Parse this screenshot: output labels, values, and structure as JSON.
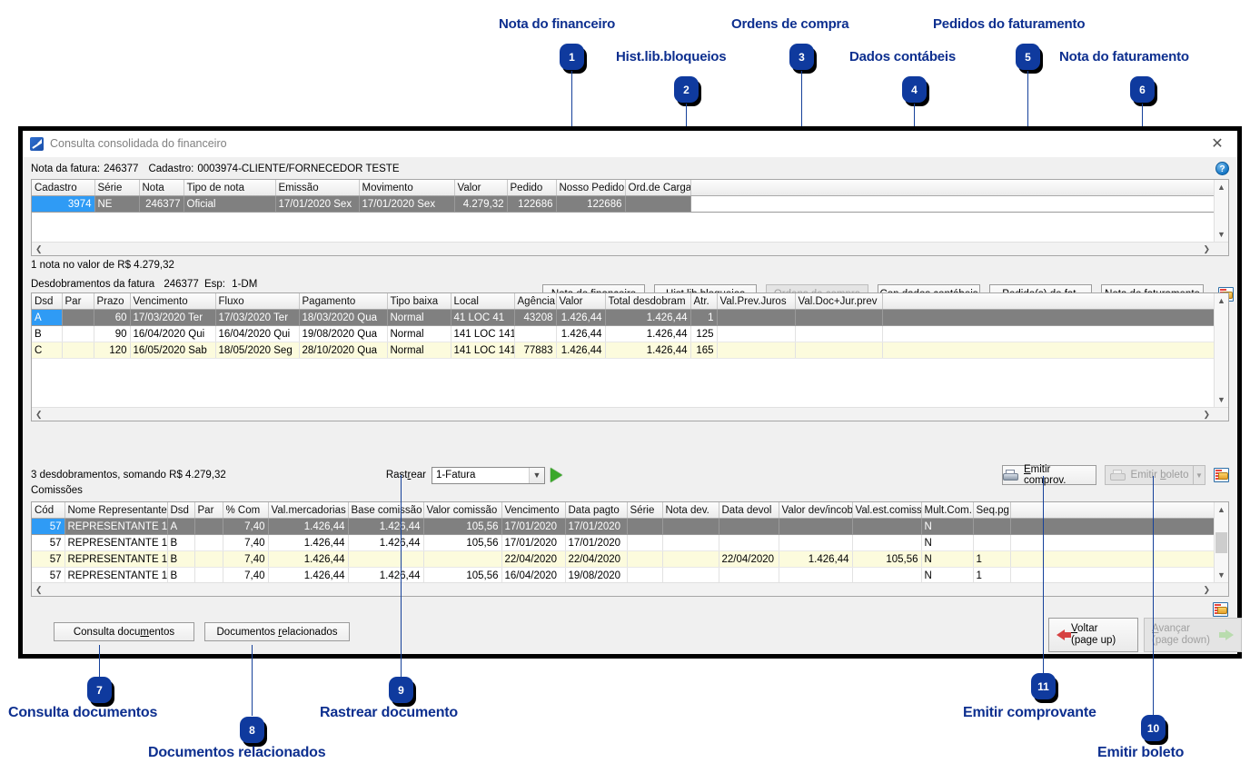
{
  "window": {
    "title": "Consulta consolidada do financeiro",
    "close_icon": "close-icon",
    "help_icon": "help-icon"
  },
  "header": {
    "nota_label": "Nota da fatura:",
    "nota_value": "246377",
    "cadastro_label": "Cadastro:",
    "cadastro_value": "0003974-CLIENTE/FORNECEDOR TESTE"
  },
  "nota_grid": {
    "columns": [
      "Cadastro",
      "Série",
      "Nota",
      "Tipo de nota",
      "Emissão",
      "Movimento",
      "Valor",
      "Pedido",
      "Nosso Pedido",
      "Ord.de Carga"
    ],
    "rows": [
      [
        "3974",
        "NE",
        "246377",
        "Oficial",
        "17/01/2020 Sex",
        "17/01/2020 Sex",
        "4.279,32",
        "122686",
        "122686",
        ""
      ]
    ]
  },
  "nota_summary": "1 nota no valor de R$ 4.279,32",
  "toolbar": {
    "nota_financeiro": "Nota do financeiro",
    "hist_lib_bloqueios": "Hist.lib.bloqueios",
    "ordens_compra": "Ordens de compra",
    "con_dados_contabeis": "Con.dados contábeis",
    "pedidos_fat": "Pedido(s) do fat.",
    "nota_faturamento": "Nota do faturamento",
    "export_icon": "export-spreadsheet-icon"
  },
  "desdobramentos": {
    "title_label": "Desdobramentos da fatura",
    "title_nota": "246377",
    "esp_label": "Esp:",
    "esp_value": "1-DM",
    "columns": [
      "Dsd",
      "Par",
      "Prazo",
      "Vencimento",
      "Fluxo",
      "Pagamento",
      "Tipo baixa",
      "Local",
      "Agência",
      "Valor",
      "Total desdobram",
      "Atr.",
      "Val.Prev.Juros",
      "Val.Doc+Jur.prev"
    ],
    "rows": [
      [
        "A",
        "",
        "60",
        "17/03/2020 Ter",
        "17/03/2020 Ter",
        "18/03/2020 Qua",
        "Normal",
        "41 LOC 41",
        "43208",
        "1.426,44",
        "1.426,44",
        "1",
        "",
        ""
      ],
      [
        "B",
        "",
        "90",
        "16/04/2020 Qui",
        "16/04/2020 Qui",
        "19/08/2020 Qua",
        "Normal",
        "141 LOC 141",
        "",
        "1.426,44",
        "1.426,44",
        "125",
        "",
        ""
      ],
      [
        "C",
        "",
        "120",
        "16/05/2020 Sab",
        "18/05/2020 Seg",
        "28/10/2020 Qua",
        "Normal",
        "141 LOC 141",
        "77883",
        "1.426,44",
        "1.426,44",
        "165",
        "",
        ""
      ]
    ],
    "summary": "3 desdobramentos, somando R$ 4.279,32"
  },
  "rastrear": {
    "label": "Rastrear",
    "selected": "1-Fatura",
    "options": [
      "1-Fatura"
    ],
    "play_icon": "play-icon"
  },
  "emitir": {
    "comprov": "Emitir comprov.",
    "boleto": "Emitir boleto",
    "printer_icon": "printer-icon",
    "dropdown_icon": "chevron-down-icon",
    "export_icon": "export-spreadsheet-icon"
  },
  "comissoes": {
    "title": "Comissões",
    "columns": [
      "Cód",
      "Nome Representante",
      "Dsd",
      "Par",
      "% Com",
      "Val.mercadorias",
      "Base comissão",
      "Valor comissão",
      "Vencimento",
      "Data pagto",
      "Série",
      "Nota dev.",
      "Data devol",
      "Valor dev/incob",
      "Val.est.comiss.",
      "Mult.Com.",
      "Seq.pg"
    ],
    "rows": [
      [
        "57",
        "REPRESENTANTE 1",
        "A",
        "",
        "7,40",
        "1.426,44",
        "1.426,44",
        "105,56",
        "17/01/2020",
        "17/01/2020",
        "",
        "",
        "",
        "",
        "",
        "N",
        ""
      ],
      [
        "57",
        "REPRESENTANTE 1",
        "B",
        "",
        "7,40",
        "1.426,44",
        "1.426,44",
        "105,56",
        "17/01/2020",
        "17/01/2020",
        "",
        "",
        "",
        "",
        "",
        "N",
        ""
      ],
      [
        "57",
        "REPRESENTANTE 1",
        "B",
        "",
        "7,40",
        "1.426,44",
        "",
        "",
        "22/04/2020",
        "22/04/2020",
        "",
        "",
        "22/04/2020",
        "1.426,44",
        "105,56",
        "N",
        "1"
      ],
      [
        "57",
        "REPRESENTANTE 1",
        "B",
        "",
        "7,40",
        "1.426,44",
        "1.426,44",
        "105,56",
        "16/04/2020",
        "19/08/2020",
        "",
        "",
        "",
        "",
        "",
        "N",
        "1"
      ]
    ]
  },
  "footer": {
    "consulta_documentos": "Consulta documentos",
    "documentos_relacionados": "Documentos relacionados",
    "voltar_line1": "Voltar",
    "voltar_line2": "(page up)",
    "avancar_line1": "Avançar",
    "avancar_line2": "(page down)",
    "back_icon": "arrow-left-icon",
    "forward_icon": "arrow-right-icon",
    "export_icon": "export-spreadsheet-icon"
  },
  "annotations": [
    {
      "n": "1",
      "label": "Nota do financeiro"
    },
    {
      "n": "2",
      "label": "Hist.lib.bloqueios"
    },
    {
      "n": "3",
      "label": "Ordens de compra"
    },
    {
      "n": "4",
      "label": "Dados contábeis"
    },
    {
      "n": "5",
      "label": "Pedidos do faturamento"
    },
    {
      "n": "6",
      "label": "Nota do faturamento"
    },
    {
      "n": "7",
      "label": "Consulta documentos"
    },
    {
      "n": "8",
      "label": "Documentos relacionados"
    },
    {
      "n": "9",
      "label": "Rastrear documento"
    },
    {
      "n": "10",
      "label": "Emitir boleto"
    },
    {
      "n": "11",
      "label": "Emitir comprovante"
    }
  ],
  "colors": {
    "annotation_blue": "#0d2f8f",
    "marker_blue": "#0f3a9e",
    "selection_gray": "#808080",
    "selection_blue": "#2f9bf5",
    "row_yellow": "#fcfbdd"
  }
}
